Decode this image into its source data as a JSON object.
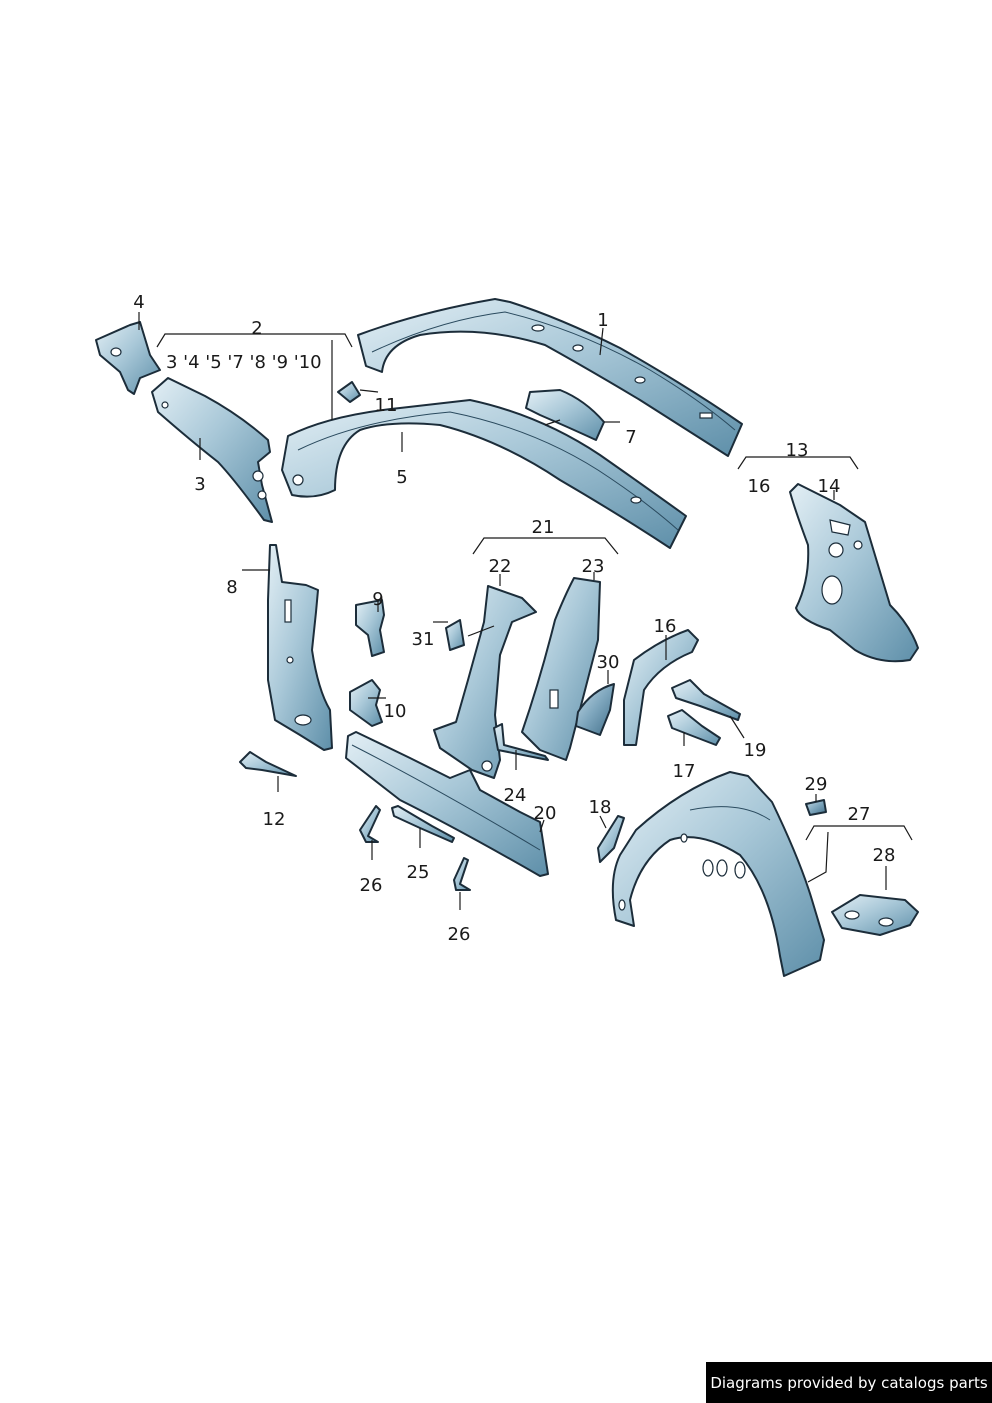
{
  "diagram": {
    "labels": {
      "p1": "1",
      "p2": "2",
      "p2_sub": "3 '4  '5 '7 '8 '9 '10",
      "p3": "3",
      "p4": "4",
      "p5": "5",
      "p7": "7",
      "p8": "8",
      "p9": "9",
      "p10": "10",
      "p11": "11",
      "p12": "12",
      "p13": "13",
      "p14": "14",
      "p16a": "16",
      "p16b": "16",
      "p17": "17",
      "p18": "18",
      "p19": "19",
      "p20": "20",
      "p21": "21",
      "p22": "22",
      "p23": "23",
      "p24": "24",
      "p25": "25",
      "p26a": "26",
      "p26b": "26",
      "p27": "27",
      "p28": "28",
      "p29": "29",
      "p30": "30",
      "p31": "31"
    },
    "colors": {
      "steel_light": "#d8e8f0",
      "steel_mid": "#8fb4c9",
      "steel_dark": "#4f7f9a",
      "outline": "#1c2d3a"
    }
  },
  "footer": {
    "credit": "Diagrams provided by catalogs parts"
  }
}
